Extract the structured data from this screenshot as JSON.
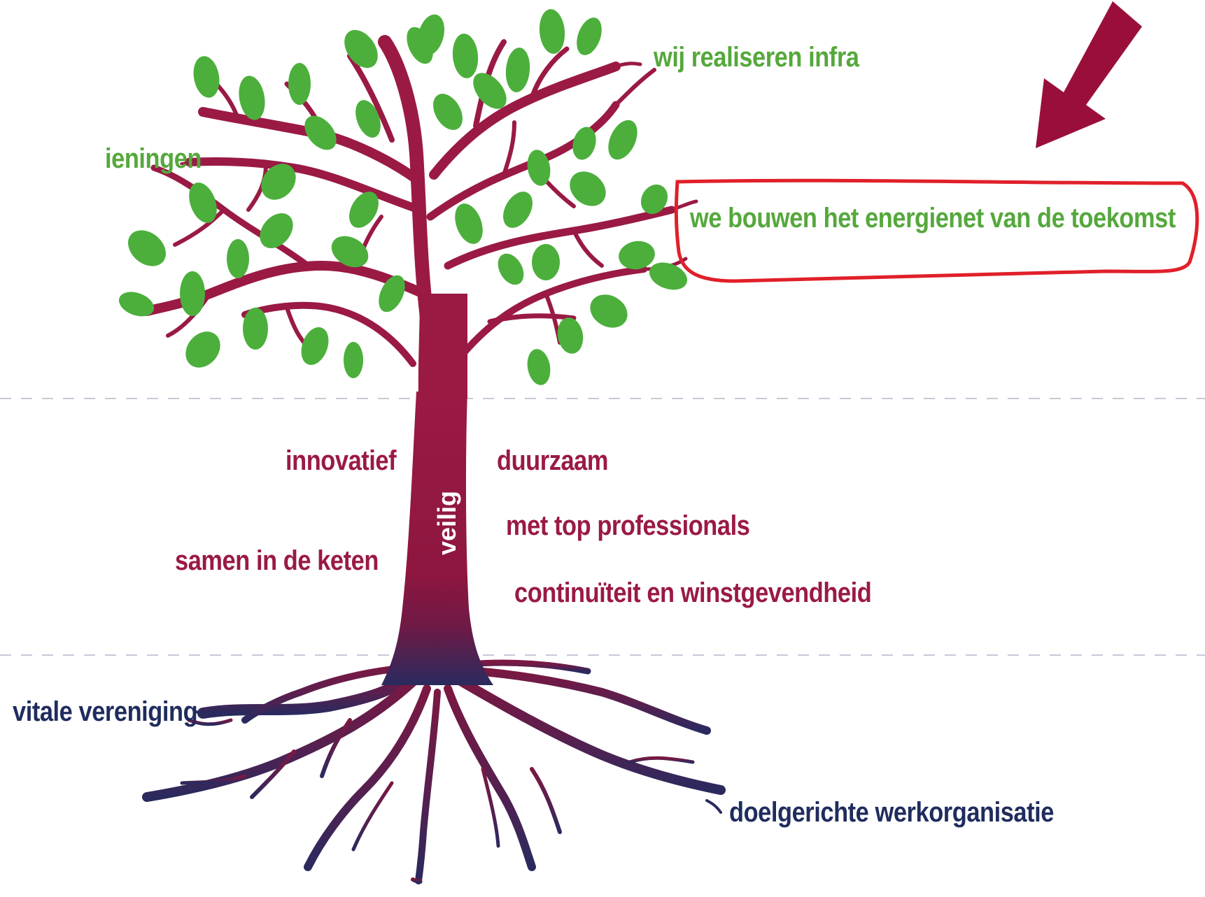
{
  "canopy": {
    "infra_label": "wij realiseren infra",
    "voorzieningen_label": "ieningen",
    "energienet_label": "we bouwen het energienet van de toekomst"
  },
  "trunk": {
    "center_label": "veilig",
    "values": {
      "innovatief": "innovatief",
      "duurzaam": "duurzaam",
      "top_professionals": "met top professionals",
      "samen": "samen in de keten",
      "continuiteit": "continuïteit en winstgevendheid"
    }
  },
  "roots": {
    "vereniging_label": "vitale vereniging",
    "werkorganisatie_label": "doelgerichte werkorganisatie"
  },
  "colors": {
    "leaf_green": "#4caf3c",
    "label_green": "#55a83c",
    "tree_crimson": "#9a1a44",
    "root_navy": "#2a2a5e",
    "label_navy": "#1f2c5e",
    "annotation_red": "#e0202a",
    "arrow_maroon": "#9a0f3a",
    "divider": "#c8c8d8"
  },
  "annotation": {
    "arrow_icon": "arrow-down-left-icon",
    "highlight": "red-circle-highlight"
  }
}
